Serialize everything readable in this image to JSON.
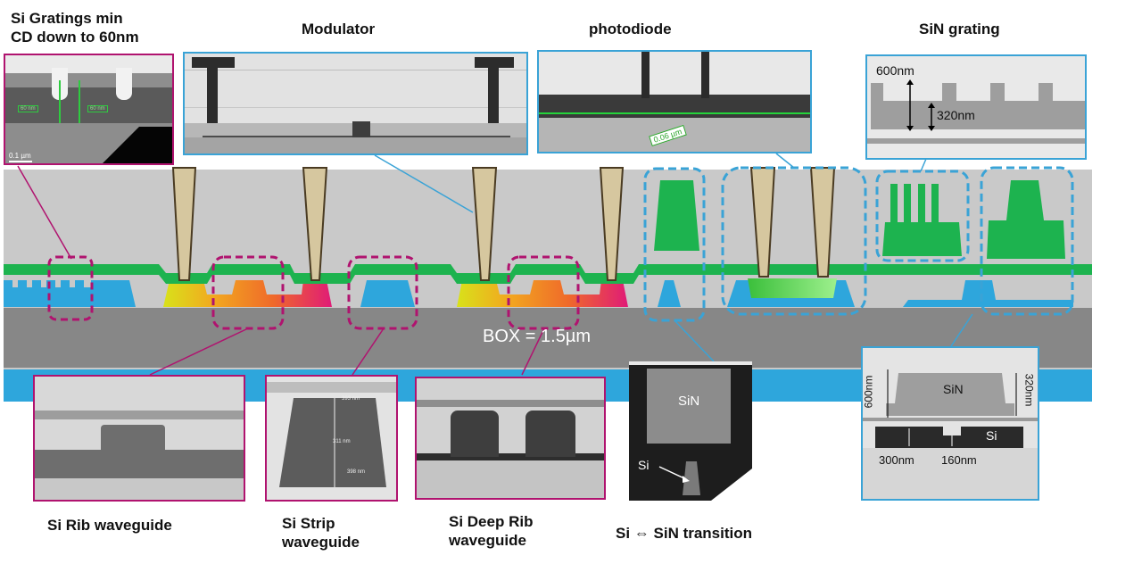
{
  "titles": {
    "si_gratings": "Si Gratings min\nCD down to 60nm",
    "modulator": "Modulator",
    "photodiode": "photodiode",
    "sin_grating": "SiN grating",
    "si_rib": "Si Rib waveguide",
    "si_strip": "Si Strip\nwaveguide",
    "si_deep_rib": "Si Deep Rib\nwaveguide",
    "transition": "Si ⇔ SiN transition"
  },
  "cross_section": {
    "box_label": "BOX = 1.5µm"
  },
  "sem_labels": {
    "grating_scale": "0.1 µm",
    "grating_w1": "60 nm",
    "grating_w2": "60 nm",
    "pd_measure": "0.06 µm",
    "sin_600": "600nm",
    "sin_320": "320nm",
    "strip_top": "393 nm",
    "strip_mid": "311 nm",
    "strip_bot": "398 nm",
    "trans_sin": "SiN",
    "trans_si": "Si",
    "br_sin": "SiN",
    "br_600": "600nm",
    "br_320": "320nm",
    "br_si": "Si",
    "br_300": "300nm",
    "br_160": "160nm"
  },
  "colors": {
    "oxide": "#c9c9c9",
    "box": "#878787",
    "substrate": "#2ea6dc",
    "silicon": "#2ea6dc",
    "sin": "#1db34f",
    "contact": "#d6c79f",
    "magenta_frame": "#b0136f",
    "cyan_frame": "#3aa3d6"
  }
}
